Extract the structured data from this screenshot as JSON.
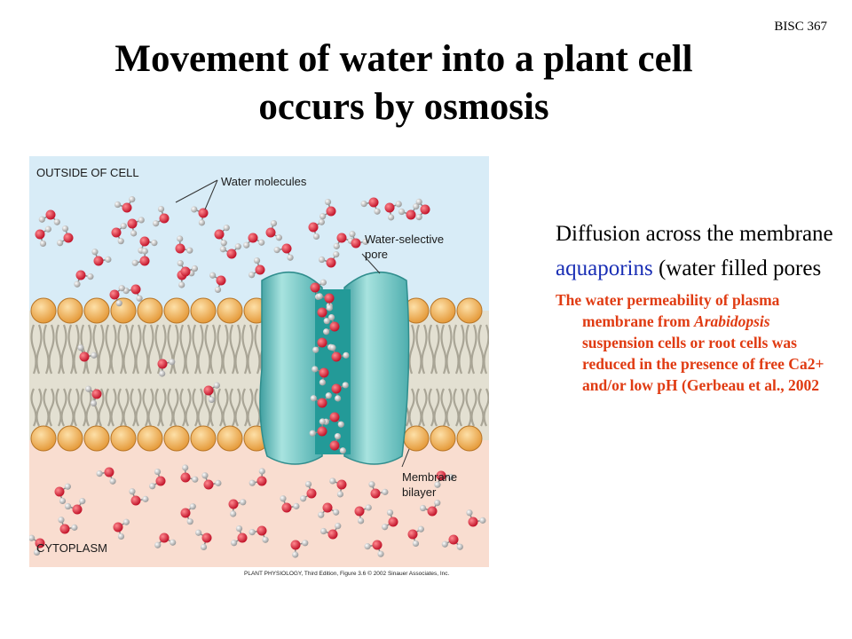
{
  "header": {
    "course": "BISC 367"
  },
  "title": {
    "line1": "Movement of water into a plant cell",
    "line2": "occurs by osmosis"
  },
  "figure": {
    "labels": {
      "outside": "OUTSIDE OF CELL",
      "water_molecules": "Water molecules",
      "pore_line1": "Water-selective",
      "pore_line2": "pore",
      "membrane_line1": "Membrane",
      "membrane_line2": "bilayer",
      "cytoplasm": "CYTOPLASM"
    },
    "credit": "PLANT PHYSIOLOGY, Third Edition, Figure 3.6  © 2002 Sinauer Associates, Inc.",
    "colors": {
      "outside": "#d8ecf7",
      "cytoplasm": "#f9ddd0",
      "lipid_head": "#f2b35a",
      "tail": "#e8e3d2",
      "channel": "#5fbfbe",
      "oxygen": "#d8243a",
      "hydrogen": "#cfcfcf"
    }
  },
  "bullets": {
    "b1": "Diffusion across the membrane",
    "b2_term": "aquaporins",
    "b2_rest": " (water filled pores",
    "b3_before": "The water permeability of plasma membrane from ",
    "b3_italic": "Arabidopsis",
    "b3_after": " suspension cells or root cells was reduced in the presence of free Ca2+ and/or low pH (Gerbeau et al., 2002"
  }
}
